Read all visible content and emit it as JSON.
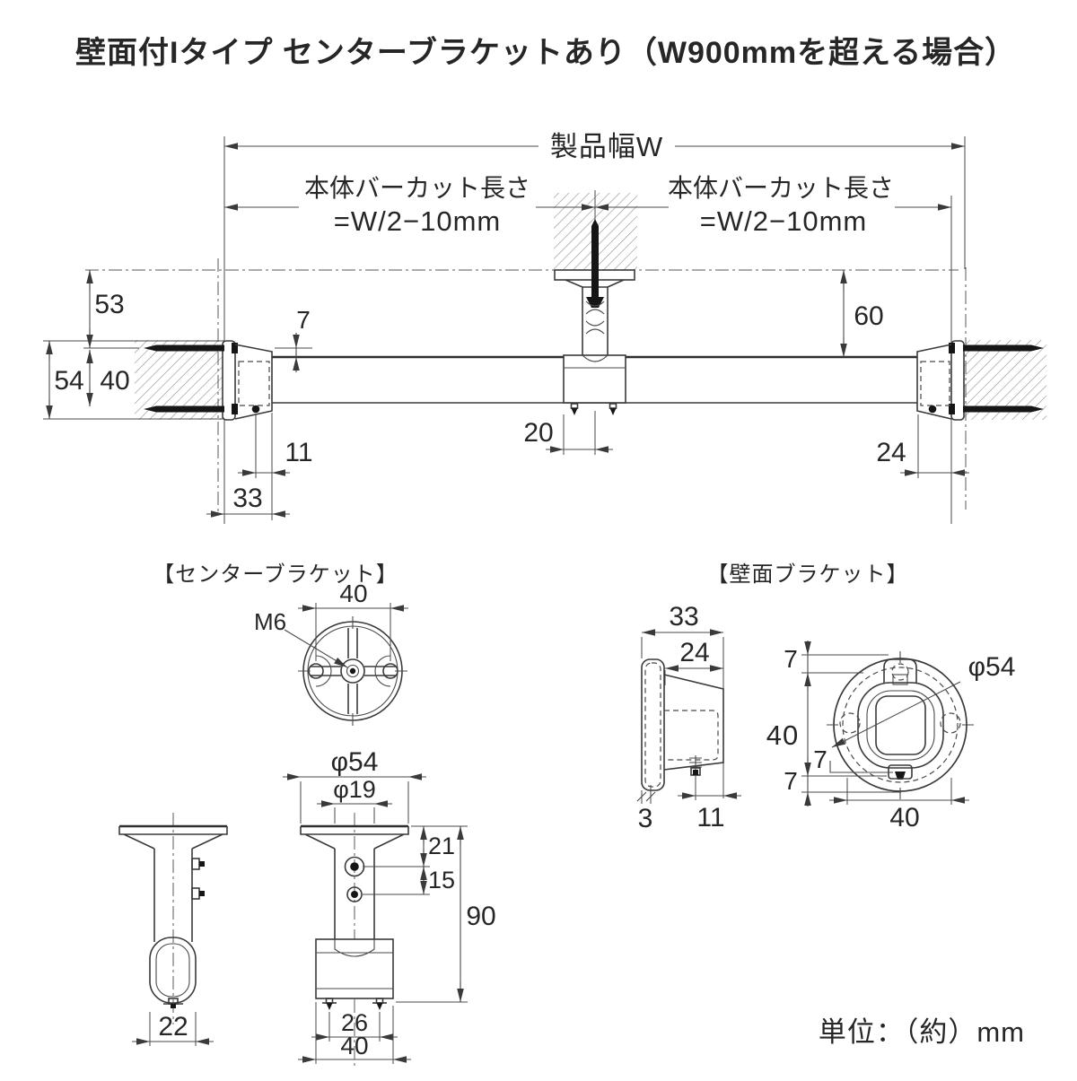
{
  "title": "壁面付Iタイプ センターブラケットあり（W900mmを超える場合）",
  "unit_note": "単位：（約）mm",
  "main_drawing": {
    "product_width_label": "製品幅W",
    "bar_cut_left": {
      "line1": "本体バーカット長さ",
      "line2": "=W/2−10mm"
    },
    "bar_cut_right": {
      "line1": "本体バーカット長さ",
      "line2": "=W/2−10mm"
    },
    "dims": {
      "top_to_flange_left": "53",
      "plate_height": "54",
      "inner_height": "40",
      "flange_to_bar": "7",
      "screw_to_mouth": "11",
      "bracket_depth": "33",
      "center_offset": "20",
      "top_to_bar_right": "60",
      "mouth_to_wall": "24"
    }
  },
  "center_bracket": {
    "heading": "【センターブラケット】",
    "top_view": {
      "hole_pitch": "40",
      "thread_size": "M6"
    },
    "front_view": {
      "flange_dia": "φ54",
      "stem_dia": "φ19",
      "flange_to_hole1": "21",
      "hole_pitch": "15",
      "total_height": "90",
      "screw_pitch": "26",
      "clamp_width": "40"
    },
    "side_view": {
      "clamp_depth": "22"
    }
  },
  "wall_bracket": {
    "heading": "【壁面ブラケット】",
    "side_view": {
      "total_depth": "33",
      "body_depth": "24",
      "plate_thickness": "3",
      "screw_to_wall": "11"
    },
    "front_view": {
      "dia": "φ54",
      "top_offset": "7",
      "opening_height": "40",
      "bottom_offset": "7",
      "boss_offset": "7",
      "hole_span": "40"
    }
  }
}
